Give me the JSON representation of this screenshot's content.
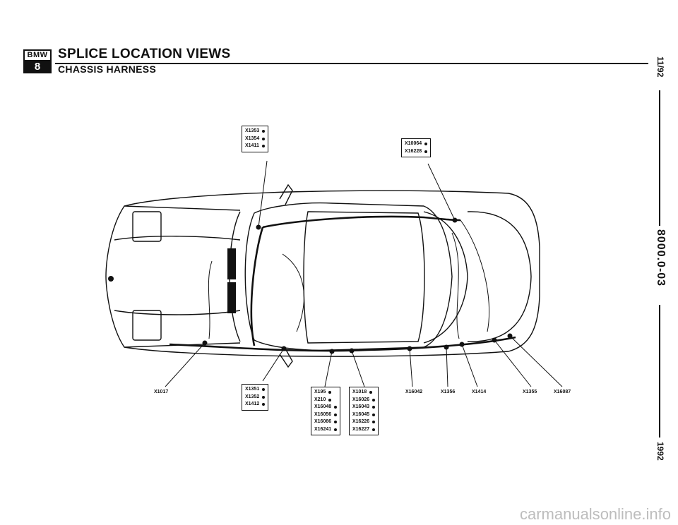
{
  "header": {
    "logo_text": "BMW",
    "logo_number": "8",
    "title": "SPLICE LOCATION VIEWS",
    "subtitle": "CHASSIS HARNESS"
  },
  "sidebar": {
    "date": "11/92",
    "doc_number": "8000.0-03",
    "year": "1992"
  },
  "callouts": {
    "box_top_left": [
      "X1353",
      "X1354",
      "X1411"
    ],
    "box_top_right": [
      "X10064",
      "X16228"
    ],
    "box_bottom_left": [
      "X1351",
      "X1352",
      "X1412"
    ],
    "box_bottom_mid_left": [
      "X195",
      "X210",
      "X16048",
      "X16056",
      "X16086",
      "X16241"
    ],
    "box_bottom_mid_right": [
      "X1018",
      "X16026",
      "X16043",
      "X16045",
      "X16226",
      "X16227"
    ]
  },
  "labels": {
    "front": "X1017",
    "side_1": "X16042",
    "side_2": "X1356",
    "side_3": "X1414",
    "side_4": "X1355",
    "side_5": "X16087"
  },
  "watermark": {
    "part1": "carmanuals",
    "part2": "online.info"
  }
}
